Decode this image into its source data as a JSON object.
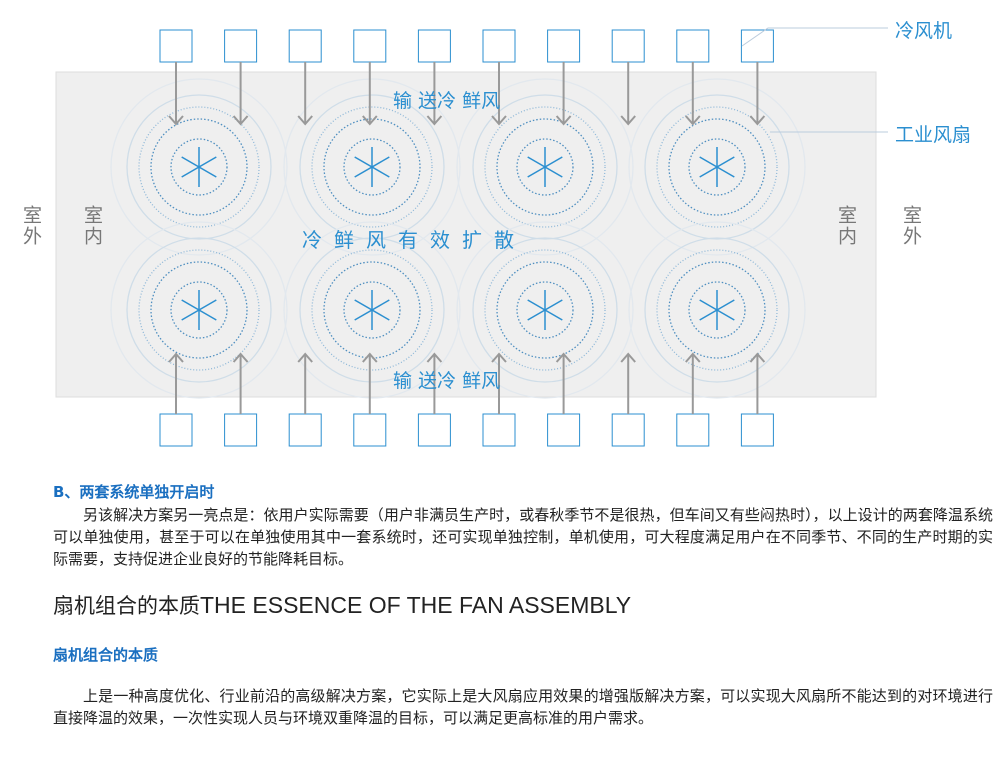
{
  "diagram": {
    "label_cooler": "冷风机",
    "label_fan": "工业风扇",
    "outdoor": "室外",
    "indoor": "室内",
    "transport_top": "输 送冷 鲜风",
    "transport_bottom": "输 送冷 鲜风",
    "center_text": "冷鲜风有效扩散",
    "colors": {
      "accent": "#2b8fd0",
      "panel": "#efefef",
      "arrow": "#999999"
    }
  },
  "section_b": {
    "heading": "B、两套系统单独开启时",
    "paragraph": "另该解决方案另一亮点是：依用户实际需要（用户非满员生产时，或春秋季节不是很热，但车间又有些闷热时），以上设计的两套降温系统可以单独使用，甚至于可以在单独使用其中一套系统时，还可实现单独控制，单机使用，可大程度满足用户在不同季节、不同的生产时期的实际需要，支持促进企业良好的节能降耗目标。"
  },
  "essence": {
    "title_cn": "扇机组合的本质",
    "title_en": "THE ESSENCE OF THE FAN ASSEMBLY",
    "heading": "扇机组合的本质",
    "paragraph": "上是一种高度优化、行业前沿的高级解决方案，它实际上是大风扇应用效果的增强版解决方案，可以实现大风扇所不能达到的对环境进行直接降温的效果，一次性实现人员与环境双重降温的目标，可以满足更高标准的用户需求。"
  }
}
